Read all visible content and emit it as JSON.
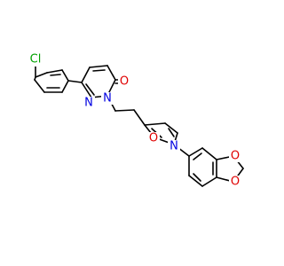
{
  "structure": {
    "atoms": [
      {
        "id": "cl",
        "label": "Cl",
        "color": "#00a000"
      },
      {
        "id": "o_ketone",
        "label": "O",
        "color": "#e00000"
      },
      {
        "id": "n_hydrazone",
        "label": "N",
        "color": "#0000e0"
      },
      {
        "id": "n_ring",
        "label": "N",
        "color": "#0000e0"
      },
      {
        "id": "o_oxadiazole",
        "label": "O",
        "color": "#e00000"
      },
      {
        "id": "n_oxadiazole",
        "label": "N",
        "color": "#0000e0"
      },
      {
        "id": "o_dioxole_top",
        "label": "O",
        "color": "#e00000"
      },
      {
        "id": "o_dioxole_bottom",
        "label": "O",
        "color": "#e00000"
      }
    ],
    "bond_color": "#000000"
  }
}
